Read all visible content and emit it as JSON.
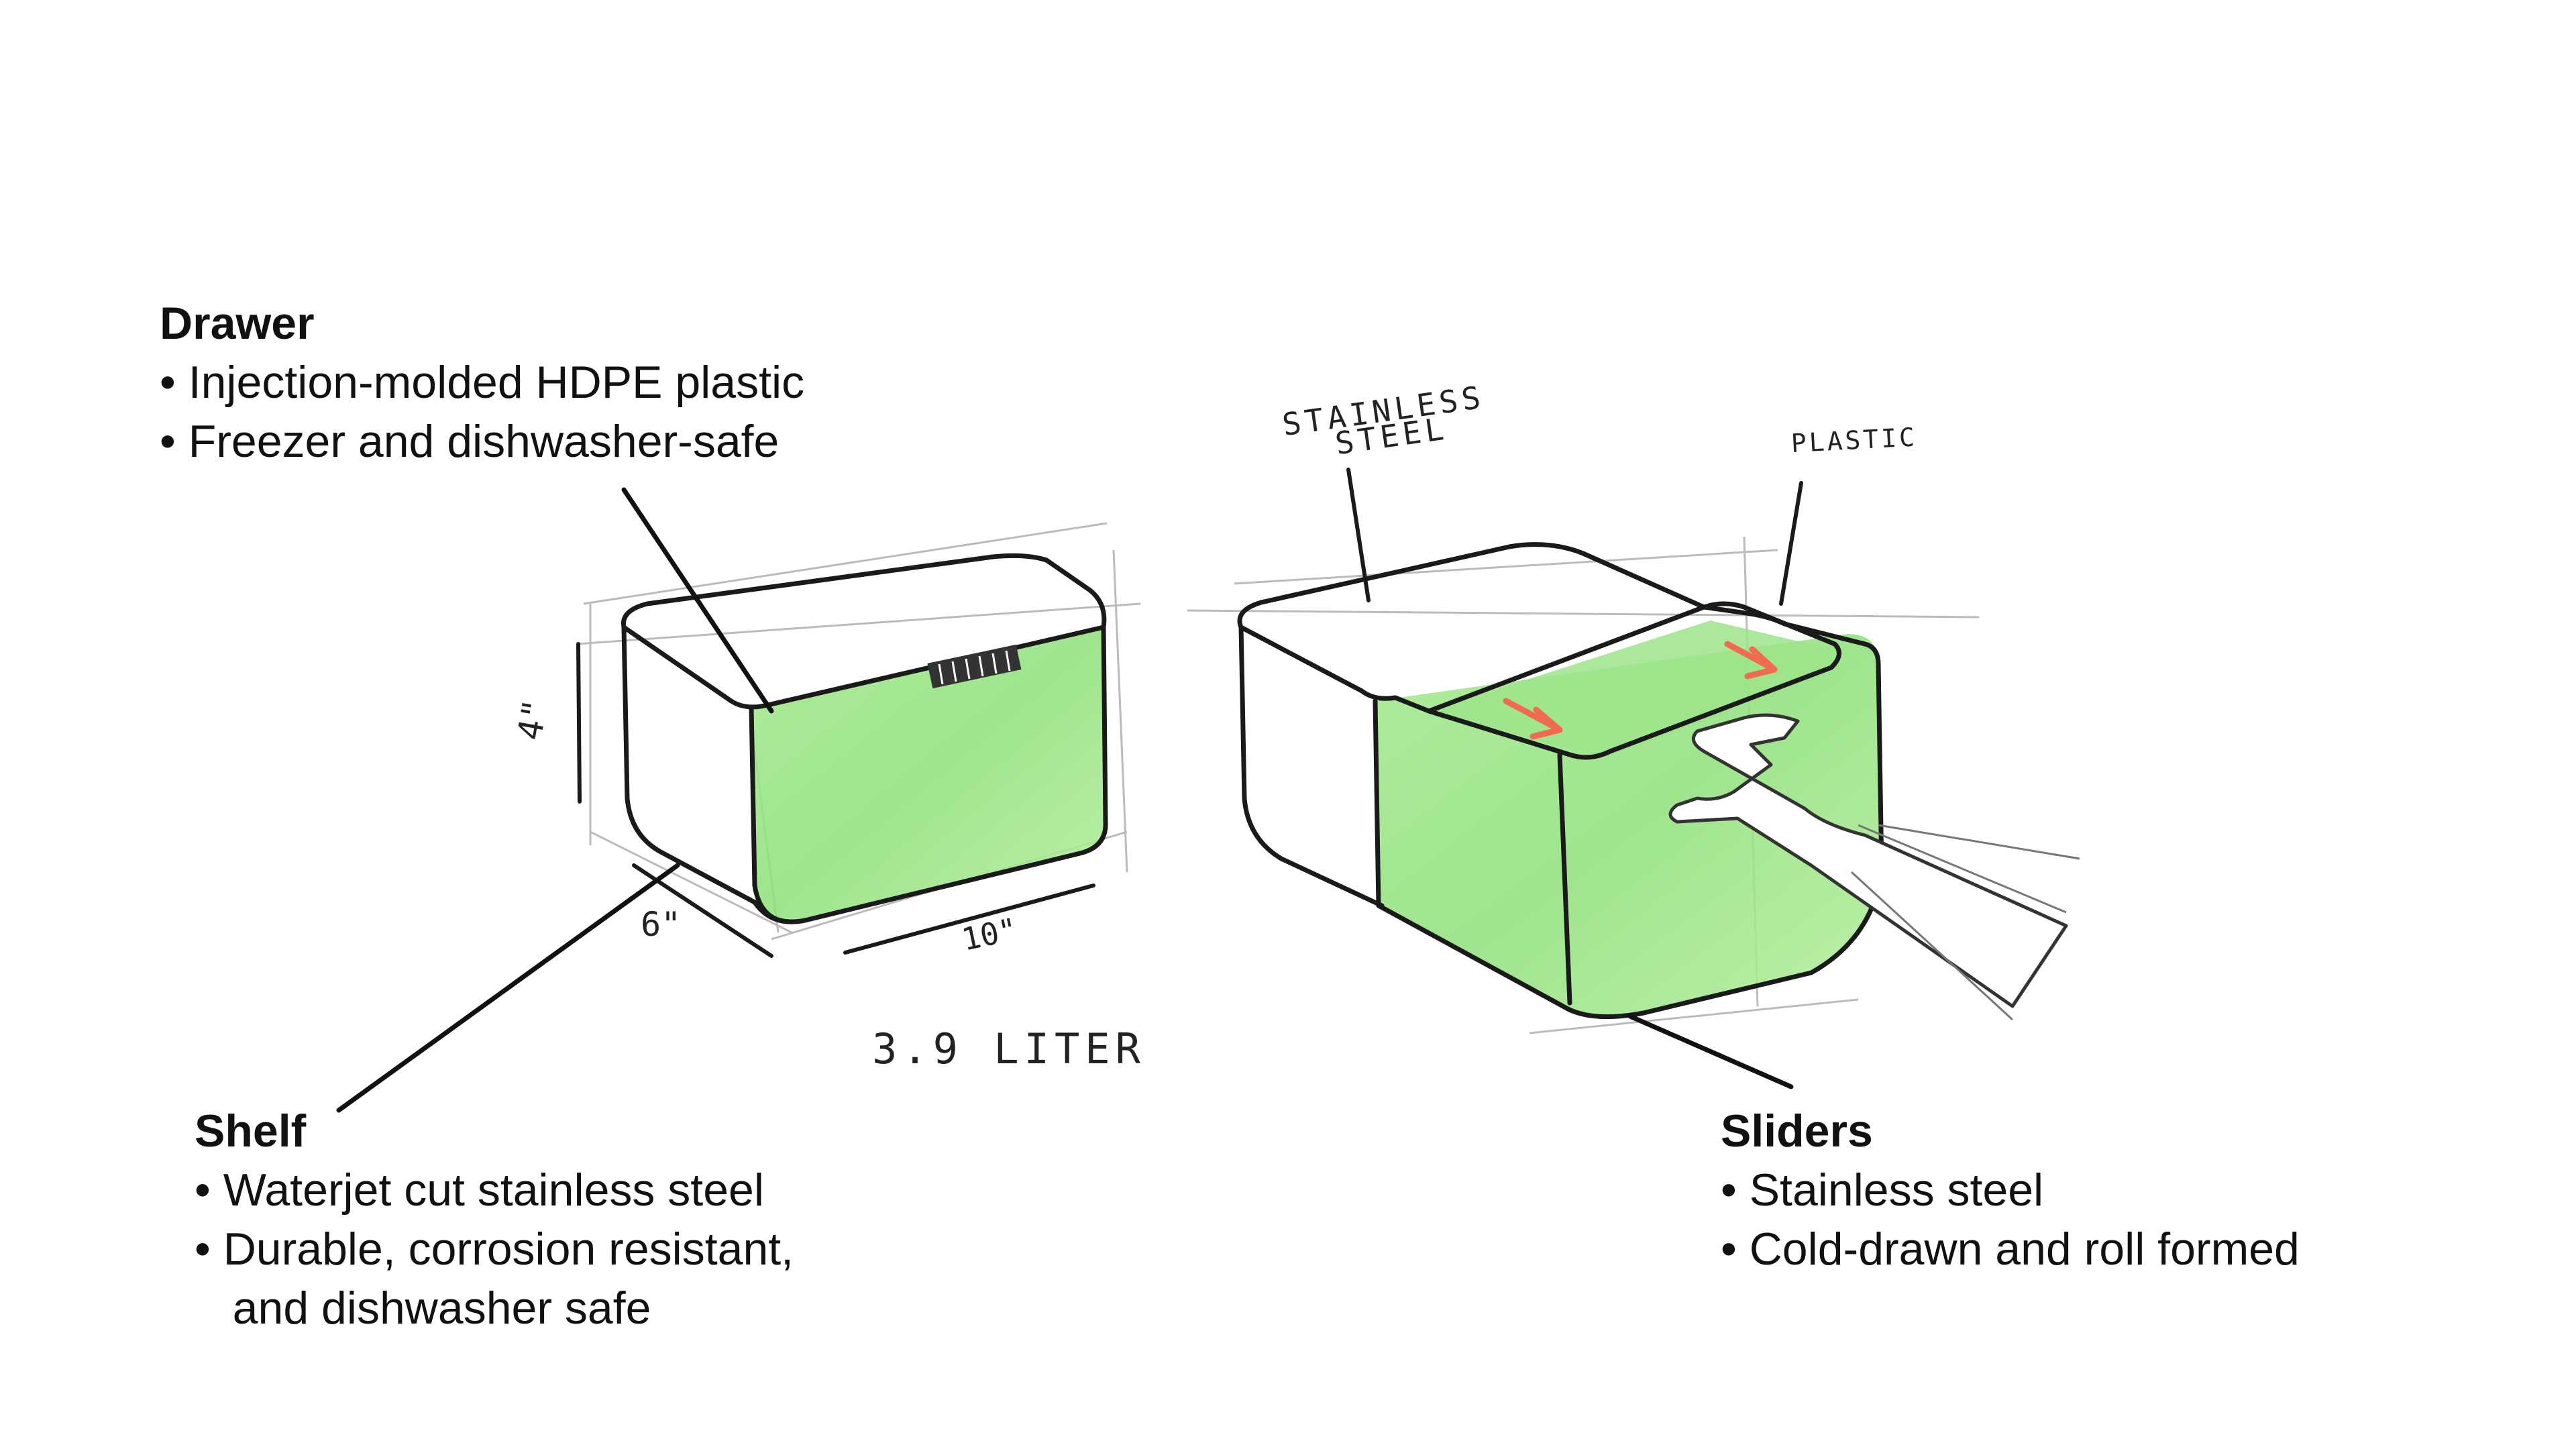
{
  "callouts": {
    "drawer": {
      "title": "Drawer",
      "bullets": [
        "• Injection-molded HDPE plastic",
        "• Freezer and dishwasher-safe"
      ]
    },
    "shelf": {
      "title": "Shelf",
      "bullets": [
        "• Waterjet cut stainless steel",
        "• Durable, corrosion resistant,",
        "   and dishwasher safe"
      ]
    },
    "sliders": {
      "title": "Sliders",
      "bullets": [
        "• Stainless steel",
        "• Cold-drawn and roll formed"
      ]
    }
  },
  "sketch_labels": {
    "height": "4\"",
    "depth": "6\"",
    "width": "10\"",
    "volume": "3.9 LITER",
    "stainless_line1": "STAINLESS",
    "stainless_line2": "STEEL",
    "plastic": "PLASTIC"
  },
  "colors": {
    "highlight": "#8ee07a",
    "arrow": "#f26a4f",
    "ink": "#1a1a1a"
  }
}
